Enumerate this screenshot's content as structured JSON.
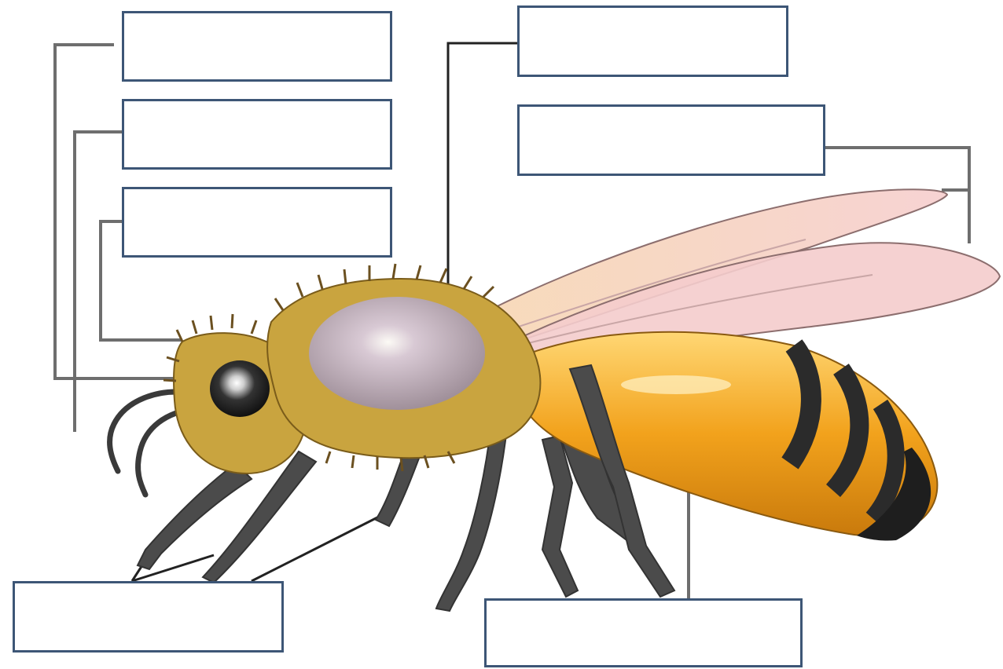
{
  "diagram": {
    "subject": "honey bee",
    "label_boxes": [
      {
        "id": "box-top-left-1",
        "text": ""
      },
      {
        "id": "box-top-left-2",
        "text": ""
      },
      {
        "id": "box-top-left-3",
        "text": ""
      },
      {
        "id": "box-top-center",
        "text": ""
      },
      {
        "id": "box-right-wing",
        "text": ""
      },
      {
        "id": "box-bottom-left",
        "text": ""
      },
      {
        "id": "box-bottom-right",
        "text": ""
      }
    ],
    "colors": {
      "box_border": "#3d5676",
      "leader_line": "#6e6e6e",
      "body_fur": "#c9a43f",
      "thorax_sheen": "#c8b6c8",
      "abdomen_orange": "#f2a21c",
      "abdomen_stripe": "#2b2b2b",
      "legs": "#4b4b4b",
      "wing": "#f6d4cf"
    }
  }
}
